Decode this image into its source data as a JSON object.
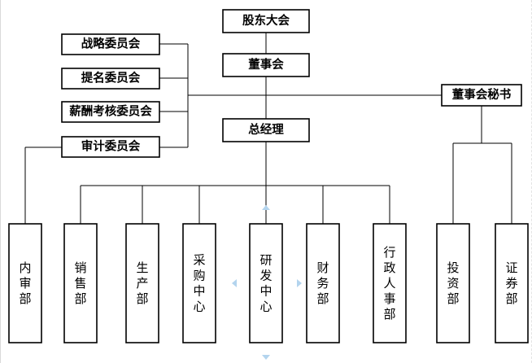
{
  "org_chart": {
    "shareholders_meeting": "股东大会",
    "board": "董事会",
    "general_manager": "总经理",
    "board_secretary": "董事会秘书",
    "committees": [
      {
        "id": "strategy",
        "label": "战略委员会"
      },
      {
        "id": "nomination",
        "label": "提名委员会"
      },
      {
        "id": "compensation",
        "label": "薪酬考核委员会"
      },
      {
        "id": "audit",
        "label": "审计委员会"
      }
    ],
    "departments": [
      {
        "id": "internal-audit",
        "label": "内审部"
      },
      {
        "id": "sales",
        "label": "销售部"
      },
      {
        "id": "production",
        "label": "生产部"
      },
      {
        "id": "procurement",
        "label": "采购中心"
      },
      {
        "id": "rnd",
        "label": "研发中心"
      },
      {
        "id": "finance",
        "label": "财务部"
      },
      {
        "id": "admin-hr",
        "label": "行政人事部"
      },
      {
        "id": "investment",
        "label": "投资部"
      },
      {
        "id": "securities",
        "label": "证券部"
      }
    ]
  },
  "colors": {
    "line": "#000000",
    "box_fill": "#ffffff",
    "box_border": "#000000",
    "selection_handle": "#b3d4ee"
  }
}
